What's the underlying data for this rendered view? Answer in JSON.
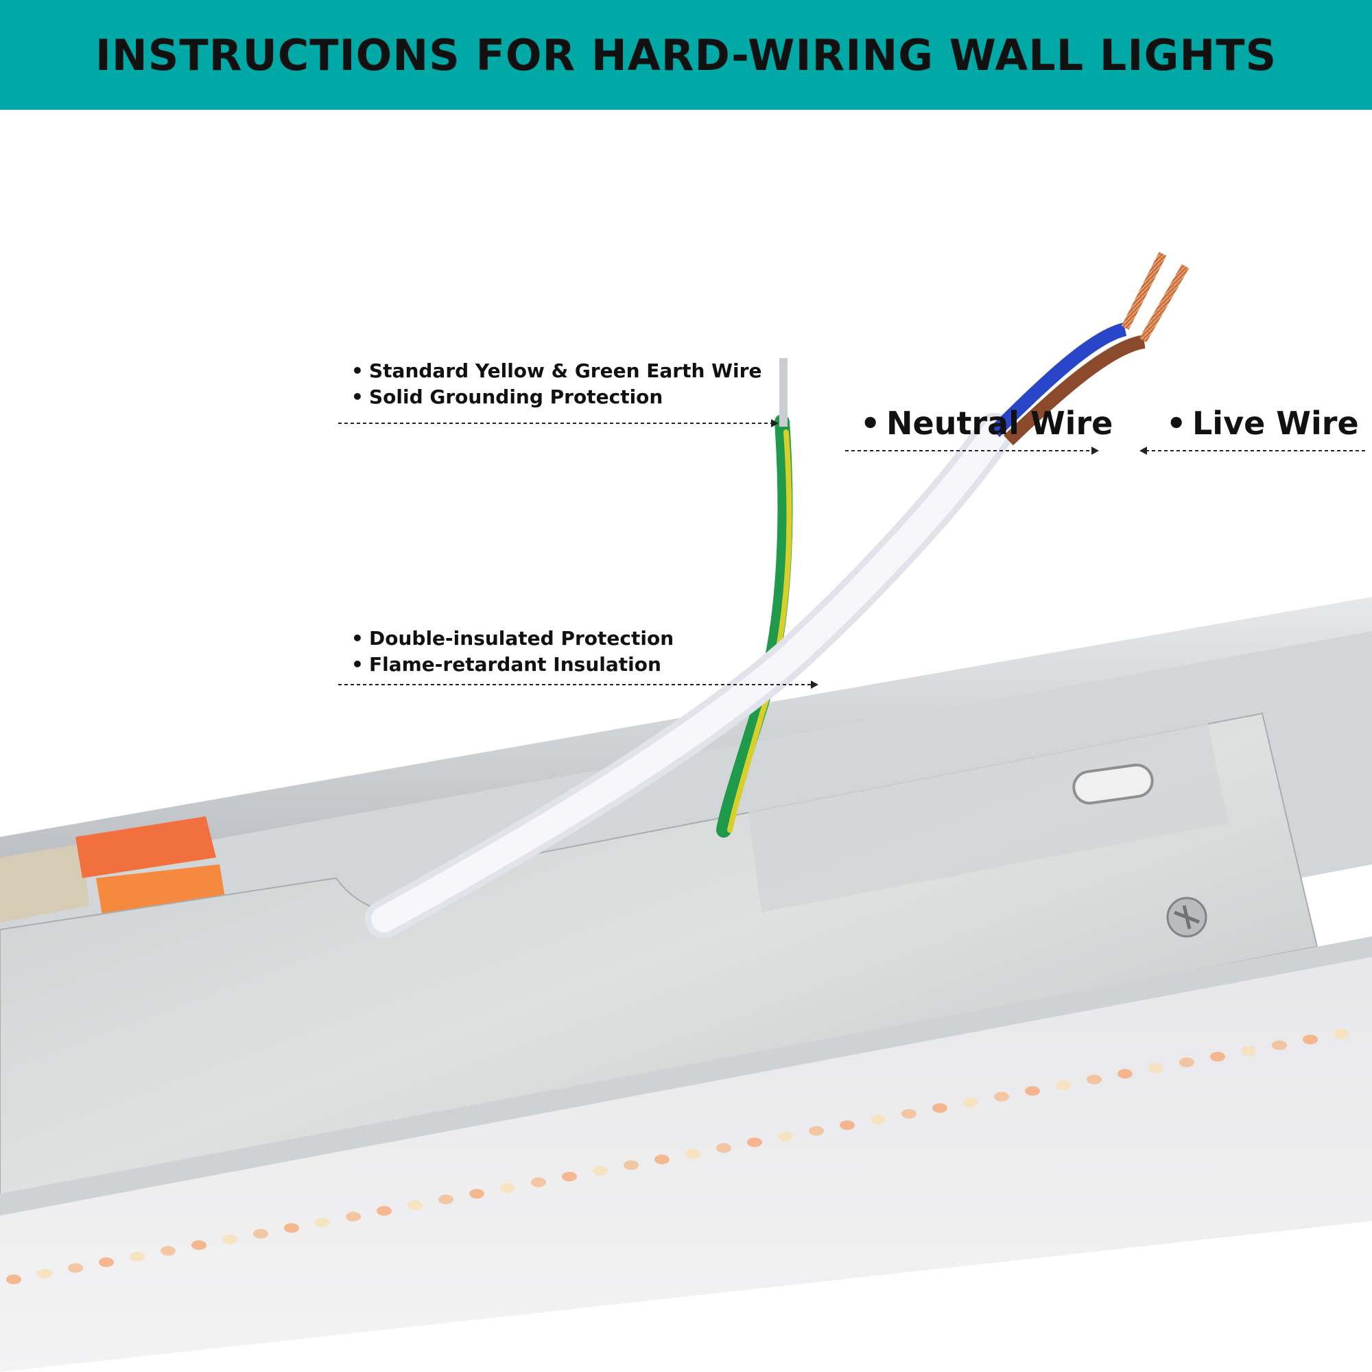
{
  "header": {
    "title": "INSTRUCTIONS FOR HARD-WIRING WALL LIGHTS",
    "bg_color": "#00A9A5"
  },
  "callouts": {
    "earth": {
      "lines": [
        "Standard Yellow & Green Earth Wire",
        "Solid Grounding Protection"
      ]
    },
    "insulation": {
      "lines": [
        "Double-insulated Protection",
        "Flame-retardant Insulation"
      ]
    },
    "neutral": {
      "label": "Neutral Wire"
    },
    "live": {
      "label": "Live Wire"
    },
    "bullet": "•"
  },
  "colors": {
    "earth_green": "#1E9A4A",
    "earth_yellow": "#D8D02A",
    "neutral_blue": "#2A46C8",
    "live_brown": "#8B4A2B",
    "copper": "#C8703E",
    "cable_white": "#F4F4F8",
    "housing_silver": "#C9CCCF",
    "led_orange": "#F3A06A"
  }
}
